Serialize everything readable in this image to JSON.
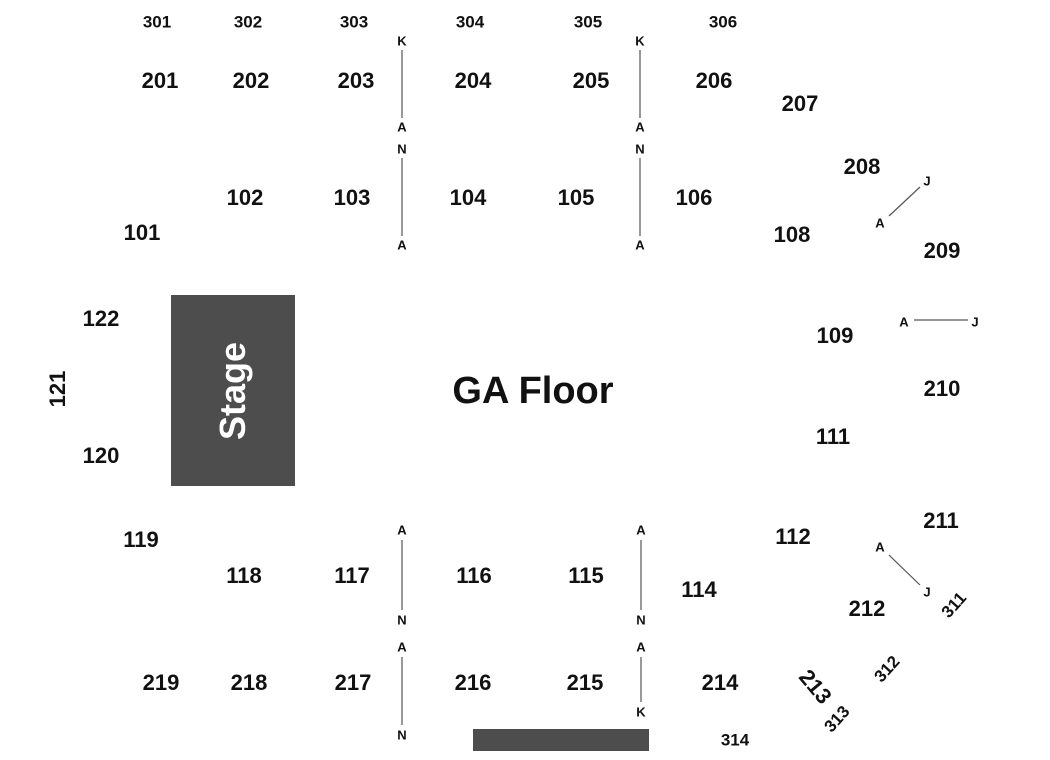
{
  "stage": {
    "label": "Stage"
  },
  "floor": {
    "label": "GA Floor"
  },
  "sections": {
    "s301": "301",
    "s302": "302",
    "s303": "303",
    "s304": "304",
    "s305": "305",
    "s306": "306",
    "s201": "201",
    "s202": "202",
    "s203": "203",
    "s204": "204",
    "s205": "205",
    "s206": "206",
    "s207": "207",
    "s208": "208",
    "s209": "209",
    "s210": "210",
    "s211": "211",
    "s212": "212",
    "s213": "213",
    "s214": "214",
    "s215": "215",
    "s216": "216",
    "s217": "217",
    "s218": "218",
    "s219": "219",
    "s101": "101",
    "s102": "102",
    "s103": "103",
    "s104": "104",
    "s105": "105",
    "s106": "106",
    "s108": "108",
    "s109": "109",
    "s111": "111",
    "s112": "112",
    "s114": "114",
    "s115": "115",
    "s116": "116",
    "s117": "117",
    "s118": "118",
    "s119": "119",
    "s120": "120",
    "s121": "121",
    "s122": "122",
    "s311": "311",
    "s312": "312",
    "s313": "313",
    "s314": "314"
  },
  "rows": {
    "a": "A",
    "j": "J",
    "k": "K",
    "n": "N"
  }
}
